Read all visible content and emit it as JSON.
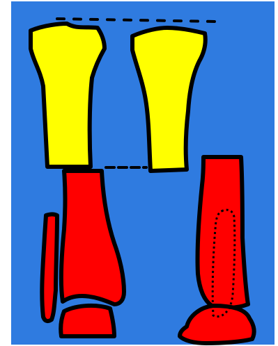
{
  "diagram": {
    "colors": {
      "background": "#2f7be0",
      "proximal_bone": "#ffff00",
      "distal_bone": "#ff0000",
      "outline": "#000000"
    },
    "panels": [
      {
        "id": "left",
        "view": "front"
      },
      {
        "id": "right",
        "view": "side"
      }
    ]
  }
}
